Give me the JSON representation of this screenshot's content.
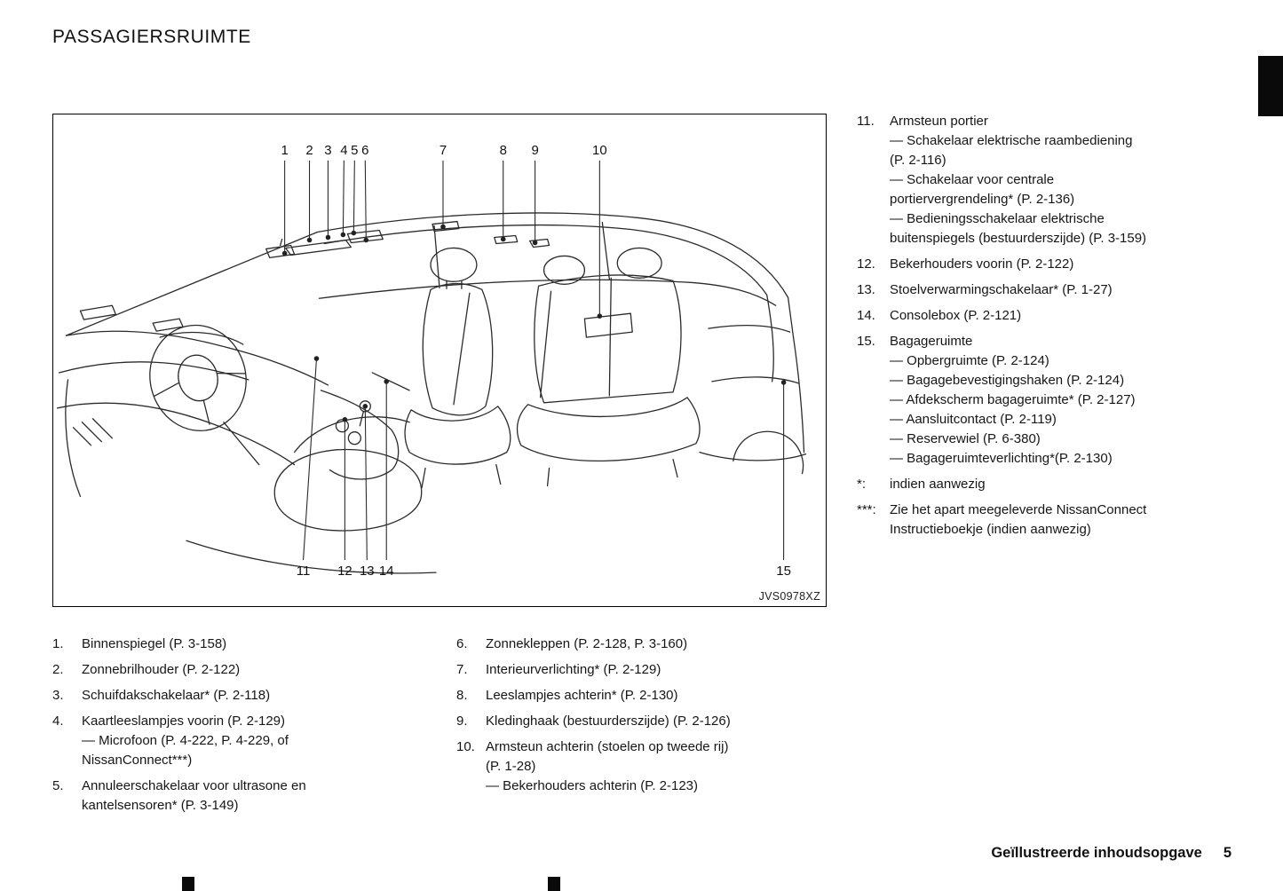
{
  "title": "PASSAGIERSRUIMTE",
  "diagram": {
    "code": "JVS0978XZ",
    "callouts_top": [
      "1",
      "2",
      "3",
      "4",
      "5",
      "6",
      "7",
      "8",
      "9",
      "10"
    ],
    "callouts_bottom": [
      "11",
      "12",
      "13",
      "14",
      "15"
    ]
  },
  "right_list": [
    {
      "num": "11.",
      "text": "Armsteun portier\n— Schakelaar elektrische raambediening\n(P. 2-116)\n— Schakelaar voor centrale\nportiervergrendeling* (P. 2-136)\n— Bedieningsschakelaar elektrische\nbuitenspiegels (bestuurderszijde) (P. 3-159)"
    },
    {
      "num": "12.",
      "text": "Bekerhouders voorin (P. 2-122)"
    },
    {
      "num": "13.",
      "text": "Stoelverwarmingschakelaar* (P. 1-27)"
    },
    {
      "num": "14.",
      "text": "Consolebox (P. 2-121)"
    },
    {
      "num": "15.",
      "text": "Bagageruimte\n— Opbergruimte (P. 2-124)\n— Bagagebevestigingshaken (P. 2-124)\n— Afdekscherm bagageruimte* (P. 2-127)\n— Aansluitcontact (P. 2-119)\n— Reservewiel (P. 6-380)\n— Bagageruimteverlichting*(P. 2-130)"
    },
    {
      "num": "*:",
      "text": "indien aanwezig"
    },
    {
      "num": "***:",
      "text": "Zie het apart meegeleverde NissanConnect\nInstructieboekje (indien aanwezig)"
    }
  ],
  "left_list": [
    {
      "num": "1.",
      "text": "Binnenspiegel (P. 3-158)"
    },
    {
      "num": "2.",
      "text": "Zonnebrilhouder (P. 2-122)"
    },
    {
      "num": "3.",
      "text": "Schuifdakschakelaar* (P. 2-118)"
    },
    {
      "num": "4.",
      "text": "Kaartleeslampjes voorin (P. 2-129)\n— Microfoon (P. 4-222, P. 4-229, of\nNissanConnect***)"
    },
    {
      "num": "5.",
      "text": "Annuleerschakelaar voor ultrasone en\nkantelsensoren* (P. 3-149)"
    }
  ],
  "middle_list": [
    {
      "num": "6.",
      "text": "Zonnekleppen (P. 2-128, P. 3-160)"
    },
    {
      "num": "7.",
      "text": "Interieurverlichting* (P. 2-129)"
    },
    {
      "num": "8.",
      "text": "Leeslampjes achterin* (P. 2-130)"
    },
    {
      "num": "9.",
      "text": "Kledinghaak (bestuurderszijde) (P. 2-126)"
    },
    {
      "num": "10.",
      "text": "Armsteun achterin (stoelen op tweede rij)\n(P. 1-28)\n— Bekerhouders achterin (P. 2-123)"
    }
  ],
  "footer": {
    "text": "Geïllustreerde inhoudsopgave",
    "page": "5"
  }
}
